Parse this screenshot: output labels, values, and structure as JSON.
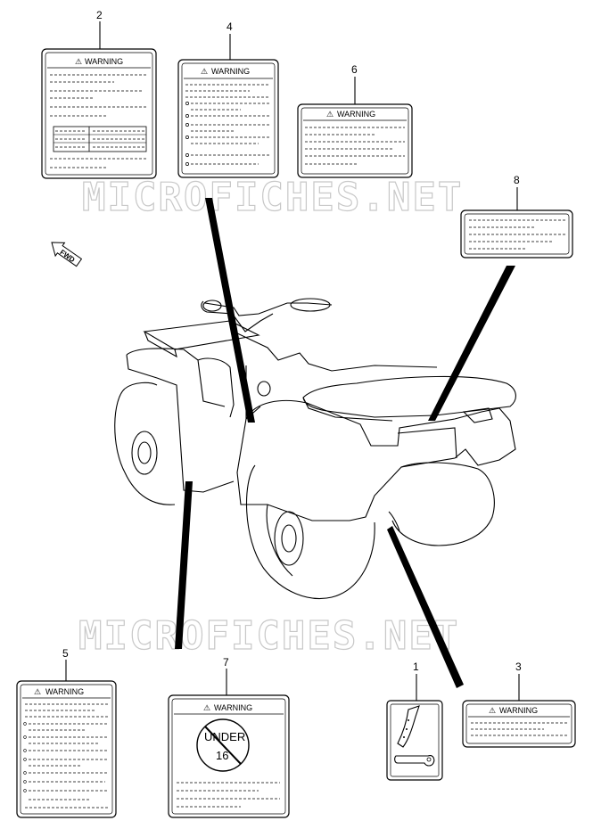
{
  "watermark": "MICROFICHES.NET",
  "fwd_label": "FWD",
  "labels": [
    {
      "id": "2",
      "callout": "2",
      "header": "WARNING"
    },
    {
      "id": "4",
      "callout": "4",
      "header": "WARNING"
    },
    {
      "id": "6",
      "callout": "6",
      "header": "WARNING"
    },
    {
      "id": "8",
      "callout": "8",
      "header": ""
    },
    {
      "id": "5",
      "callout": "5",
      "header": "WARNING"
    },
    {
      "id": "7",
      "callout": "7",
      "header": "WARNING",
      "symbol_text_top": "UNDER",
      "symbol_text_bottom": "16"
    },
    {
      "id": "1",
      "callout": "1",
      "header": ""
    },
    {
      "id": "3",
      "callout": "3",
      "header": "WARNING"
    }
  ]
}
